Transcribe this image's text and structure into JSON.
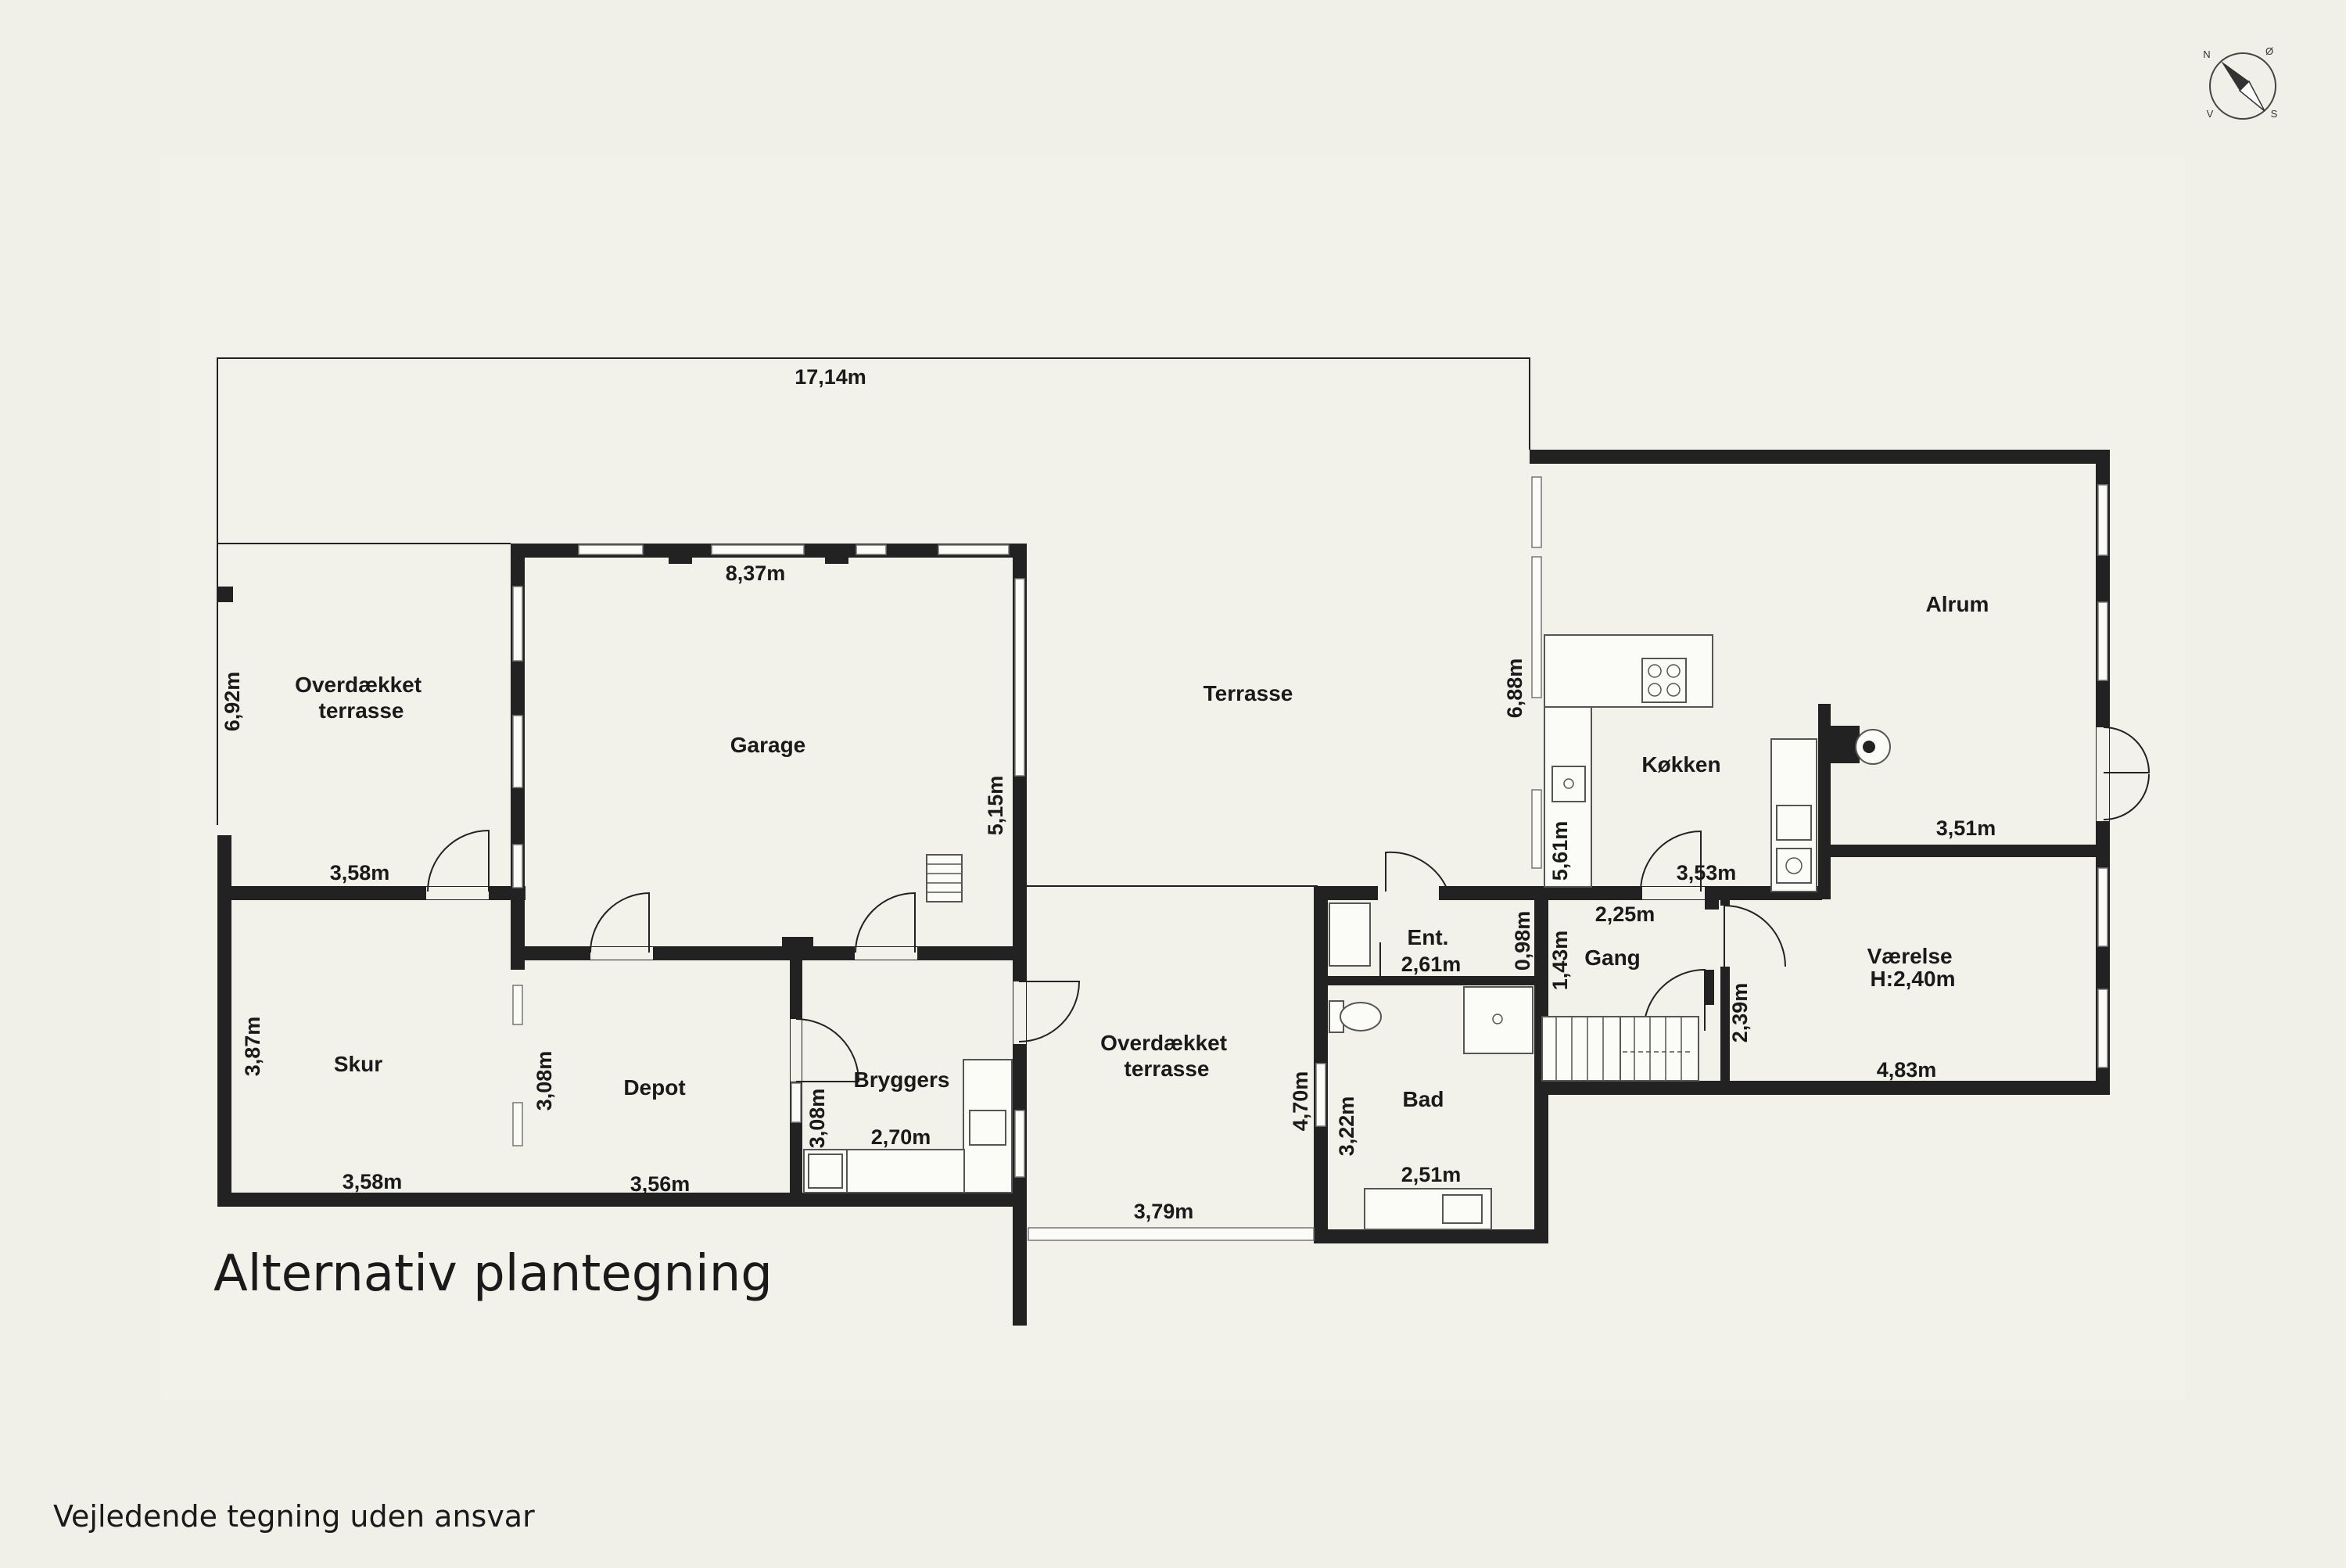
{
  "plan": {
    "title": "Alternativ plantegning",
    "disclaimer": "Vejledende tegning uden ansvar"
  },
  "compass": {
    "north": "N",
    "east": "Ø",
    "south": "S",
    "west": "V"
  },
  "rooms": {
    "overdaekket_terrasse_1": [
      "Overdækket",
      "terrasse"
    ],
    "garage": "Garage",
    "terrasse": "Terrasse",
    "alrum": "Alrum",
    "koekken": "Køkken",
    "skur": "Skur",
    "depot": "Depot",
    "bryggers": "Bryggers",
    "overdaekket_terrasse_2": [
      "Overdækket",
      "terrasse"
    ],
    "ent": "Ent.",
    "bad": "Bad",
    "gang": "Gang",
    "vaerelse": [
      "Værelse",
      "H:2,40m"
    ]
  },
  "dimensions": {
    "total_top": "17,14m",
    "garage_top": "8,37m",
    "overdaekket_height": "6,92m",
    "overdaekket_width": "3,58m",
    "garage_side": "5,15m",
    "alrum_side": "6,88m",
    "koekken_side": "5,61m",
    "koekken_bottom": "3,53m",
    "alrum_bottom": "3,51m",
    "gang_top": "2,25m",
    "ent_side": "0,98m",
    "ent_width": "2,61m",
    "gang_side": "1,43m",
    "vaerelse_side": "2,39m",
    "vaerelse_bottom": "4,83m",
    "skur_side": "3,87m",
    "skur_bottom": "3,58m",
    "depot_side": "3,08m",
    "depot_bottom": "3,56m",
    "bryggers_side": "3,08m",
    "bryggers_bottom": "2,70m",
    "terrasse2_side": "4,70m",
    "terrasse2_bottom": "3,79m",
    "bad_side": "3,22m",
    "bad_bottom": "2,51m"
  }
}
